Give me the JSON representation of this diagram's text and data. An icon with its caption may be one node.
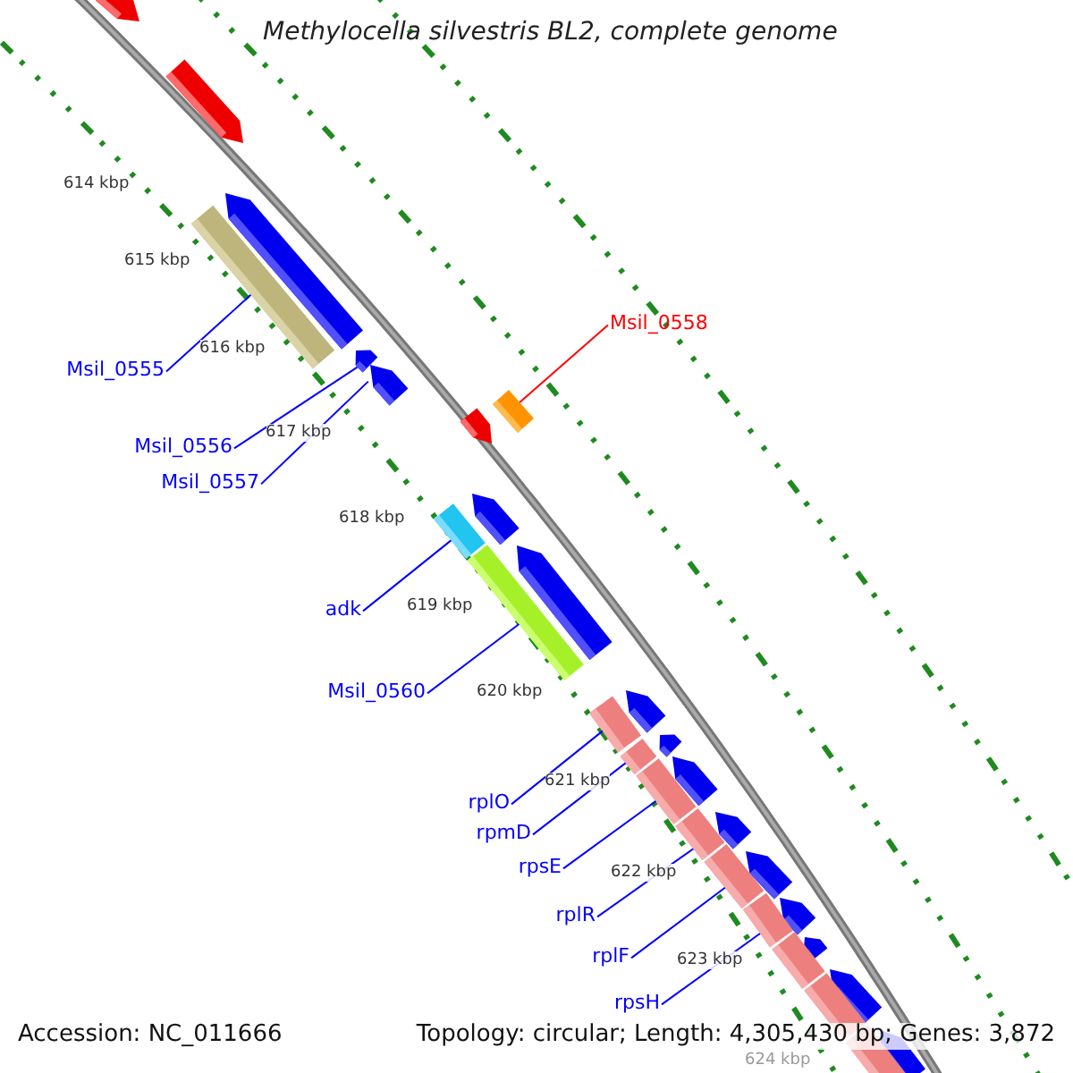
{
  "diagram": {
    "title": "Methylocella silvestris BL2, complete genome",
    "nodes": [
      {
        "text": [
          "Msil_0558"
        ]
      },
      {
        "text": [
          "Msil_0555"
        ]
      },
      {
        "text": [
          "Msil_0556"
        ]
      },
      {
        "text": [
          "Msil_0557"
        ]
      },
      {
        "text": [
          "adk"
        ]
      },
      {
        "text": [
          "Msil_0560"
        ]
      },
      {
        "text": [
          "rplO"
        ]
      },
      {
        "text": [
          "rpmD"
        ]
      },
      {
        "text": [
          "rpsE"
        ]
      },
      {
        "text": [
          "rplR"
        ]
      },
      {
        "text": [
          "rplF"
        ]
      },
      {
        "text": [
          "rpsH"
        ]
      },
      {
        "text": [],
        "shape": "pentagon"
      },
      {
        "text": [],
        "shape": "pentagon"
      },
      {
        "text": [],
        "shape": "pentagon"
      },
      {
        "text": [],
        "shape": "bar"
      },
      {
        "text": [],
        "shape": "pentagon"
      },
      {
        "text": [],
        "shape": "pentagon"
      },
      {
        "text": [],
        "shape": "bar"
      },
      {
        "text": [],
        "shape": "pentagon"
      },
      {
        "text": [],
        "shape": "pentagon"
      },
      {
        "text": [],
        "shape": "bar"
      },
      {
        "text": [],
        "shape": "pentagon"
      },
      {
        "text": [],
        "shape": "bar"
      },
      {
        "text": [],
        "shape": "pentagon"
      },
      {
        "text": [],
        "shape": "bar"
      },
      {
        "text": [],
        "shape": "pentagon"
      },
      {
        "text": [],
        "shape": "bar"
      },
      {
        "text": [],
        "shape": "pentagon"
      },
      {
        "text": [],
        "shape": "bar"
      },
      {
        "text": [],
        "shape": "pentagon"
      },
      {
        "text": [],
        "shape": "bar"
      },
      {
        "text": [],
        "shape": "pentagon"
      },
      {
        "text": [],
        "shape": "bar"
      },
      {
        "text": [],
        "shape": "pentagon"
      },
      {
        "text": [],
        "shape": "bar"
      },
      {
        "text": [],
        "shape": "pentagon"
      },
      {
        "text": [],
        "shape": "bar"
      },
      {
        "text": [],
        "shape": "pentagon"
      },
      {
        "text": [],
        "shape": "bar"
      },
      {
        "text": [],
        "shape": "pentagon"
      },
      {
        "text": [],
        "shape": "bar"
      }
    ],
    "edges": [
      {
        "from": 0,
        "to": 18,
        "arrow": "none",
        "color": "#ff0000"
      },
      {
        "from": 1,
        "to": 15,
        "arrow": "none"
      },
      {
        "from": 2,
        "to": 16,
        "arrow": "none"
      },
      {
        "from": 3,
        "to": 17,
        "arrow": "none"
      },
      {
        "from": 4,
        "to": 21,
        "arrow": "none"
      },
      {
        "from": 5,
        "to": 23,
        "arrow": "none"
      },
      {
        "from": 6,
        "to": 25,
        "arrow": "none"
      },
      {
        "from": 7,
        "to": 27,
        "arrow": "none"
      },
      {
        "from": 8,
        "to": 29,
        "arrow": "none"
      },
      {
        "from": 9,
        "to": 31,
        "arrow": "none"
      },
      {
        "from": 10,
        "to": 33,
        "arrow": "none"
      },
      {
        "from": 11,
        "to": 35,
        "arrow": "none"
      }
    ],
    "labels": [
      "614 kbp",
      "615 kbp",
      "616 kbp",
      "617 kbp",
      "618 kbp",
      "619 kbp",
      "620 kbp",
      "621 kbp",
      "622 kbp",
      "623 kbp",
      "624 kbp",
      "Accession: NC_011666",
      "Topology: circular; Length: 4,305,430 bp; Genes: 3,872"
    ]
  }
}
